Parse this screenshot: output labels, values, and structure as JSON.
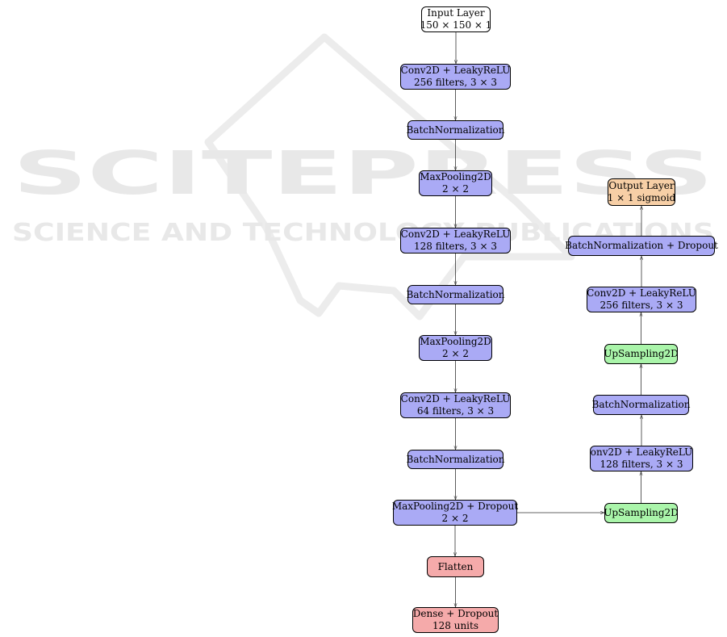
{
  "watermark": {
    "brand": "SCITEPRESS",
    "tagline": "SCIENCE AND TECHNOLOGY PUBLICATIONS"
  },
  "colors": {
    "input": "#ffffff",
    "conv": "#aaaaf5",
    "upsampling": "#aaf5aa",
    "dense": "#f5aaaa",
    "output": "#f7cfa6"
  },
  "nodes": {
    "input": {
      "line1": "Input Layer",
      "line2": "150 × 150 × 1"
    },
    "enc_conv1": {
      "line1": "Conv2D + LeakyReLU",
      "line2": "256 filters, 3 × 3"
    },
    "enc_bn1": {
      "line1": "BatchNormalization"
    },
    "enc_pool1": {
      "line1": "MaxPooling2D",
      "line2": "2 × 2"
    },
    "enc_conv2": {
      "line1": "Conv2D + LeakyReLU",
      "line2": "128 filters, 3 × 3"
    },
    "enc_bn2": {
      "line1": "BatchNormalization"
    },
    "enc_pool2": {
      "line1": "MaxPooling2D",
      "line2": "2 × 2"
    },
    "enc_conv3": {
      "line1": "Conv2D + LeakyReLU",
      "line2": "64 filters, 3 × 3"
    },
    "enc_bn3": {
      "line1": "BatchNormalization"
    },
    "enc_pool3": {
      "line1": "MaxPooling2D + Dropout",
      "line2": "2 × 2"
    },
    "flatten": {
      "line1": "Flatten"
    },
    "dense": {
      "line1": "Dense + Dropout",
      "line2": "128 units"
    },
    "dec_up1": {
      "line1": "UpSampling2D"
    },
    "dec_conv1": {
      "line1": "onv2D + LeakyReLU",
      "line2": "128 filters, 3 × 3"
    },
    "dec_bn1": {
      "line1": "BatchNormalization"
    },
    "dec_up2": {
      "line1": "UpSampling2D"
    },
    "dec_conv2": {
      "line1": "Conv2D + LeakyReLU",
      "line2": "256 filters, 3 × 3"
    },
    "dec_bn2": {
      "line1": "BatchNormalization + Dropout"
    },
    "output": {
      "line1": "Output Layer",
      "line2": "1 × 1 sigmoid"
    }
  },
  "edges": [
    [
      "input",
      "enc_conv1"
    ],
    [
      "enc_conv1",
      "enc_bn1"
    ],
    [
      "enc_bn1",
      "enc_pool1"
    ],
    [
      "enc_pool1",
      "enc_conv2"
    ],
    [
      "enc_conv2",
      "enc_bn2"
    ],
    [
      "enc_bn2",
      "enc_pool2"
    ],
    [
      "enc_pool2",
      "enc_conv3"
    ],
    [
      "enc_conv3",
      "enc_bn3"
    ],
    [
      "enc_bn3",
      "enc_pool3"
    ],
    [
      "enc_pool3",
      "flatten"
    ],
    [
      "flatten",
      "dense"
    ],
    [
      "enc_pool3",
      "dec_up1"
    ],
    [
      "dec_up1",
      "dec_conv1"
    ],
    [
      "dec_conv1",
      "dec_bn1"
    ],
    [
      "dec_bn1",
      "dec_up2"
    ],
    [
      "dec_up2",
      "dec_conv2"
    ],
    [
      "dec_conv2",
      "dec_bn2"
    ],
    [
      "dec_bn2",
      "output"
    ]
  ]
}
